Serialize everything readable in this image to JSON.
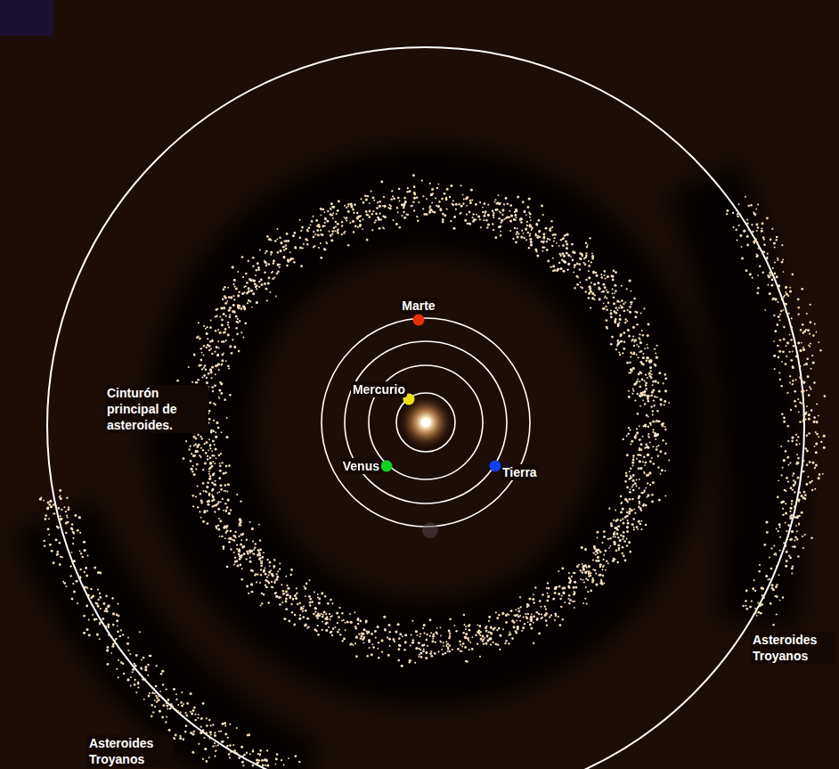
{
  "diagram": {
    "labels": [
      "Marte",
      "Mercurio",
      "Venus",
      "Tierra",
      "Cinturón principal de asteroides.",
      "Asteroides Troyanos",
      "Asteroides Troyanos"
    ]
  }
}
